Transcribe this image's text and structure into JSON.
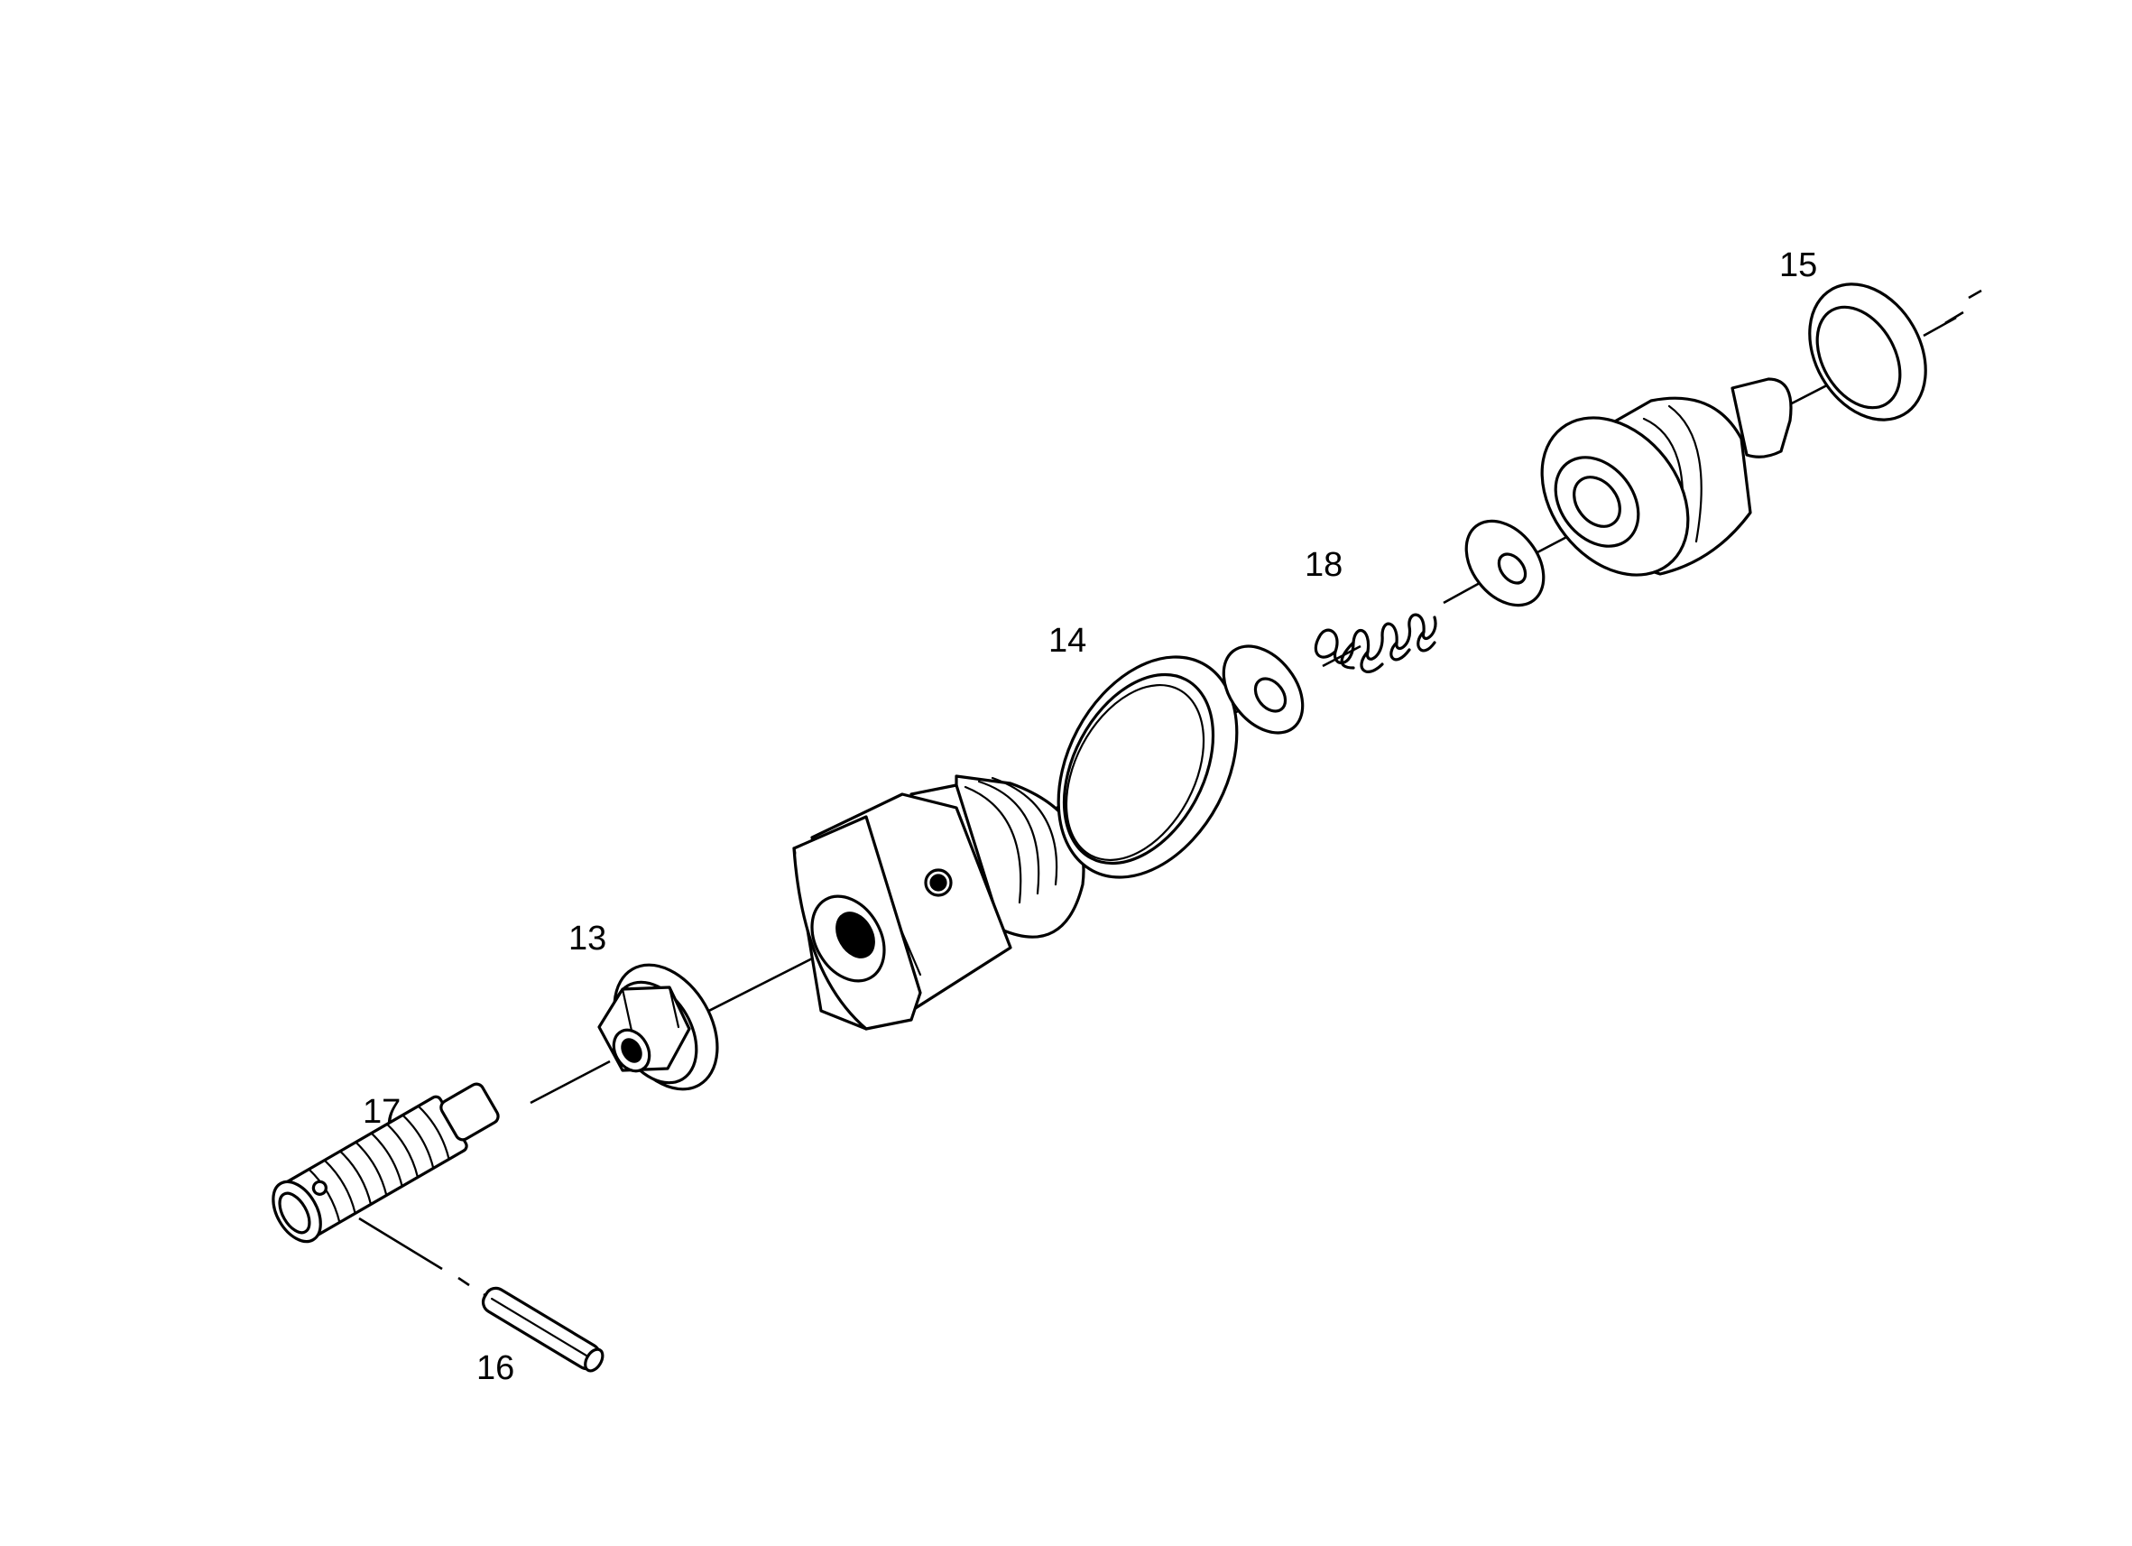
{
  "diagram": {
    "callouts": [
      {
        "label": "13",
        "part": "flange-nut"
      },
      {
        "label": "14",
        "part": "large-seal-ring"
      },
      {
        "label": "15",
        "part": "end-seal-ring"
      },
      {
        "label": "16",
        "part": "roll-pin"
      },
      {
        "label": "17",
        "part": "threaded-adjuster-pin"
      },
      {
        "label": "18",
        "part": "compression-spring"
      }
    ]
  }
}
